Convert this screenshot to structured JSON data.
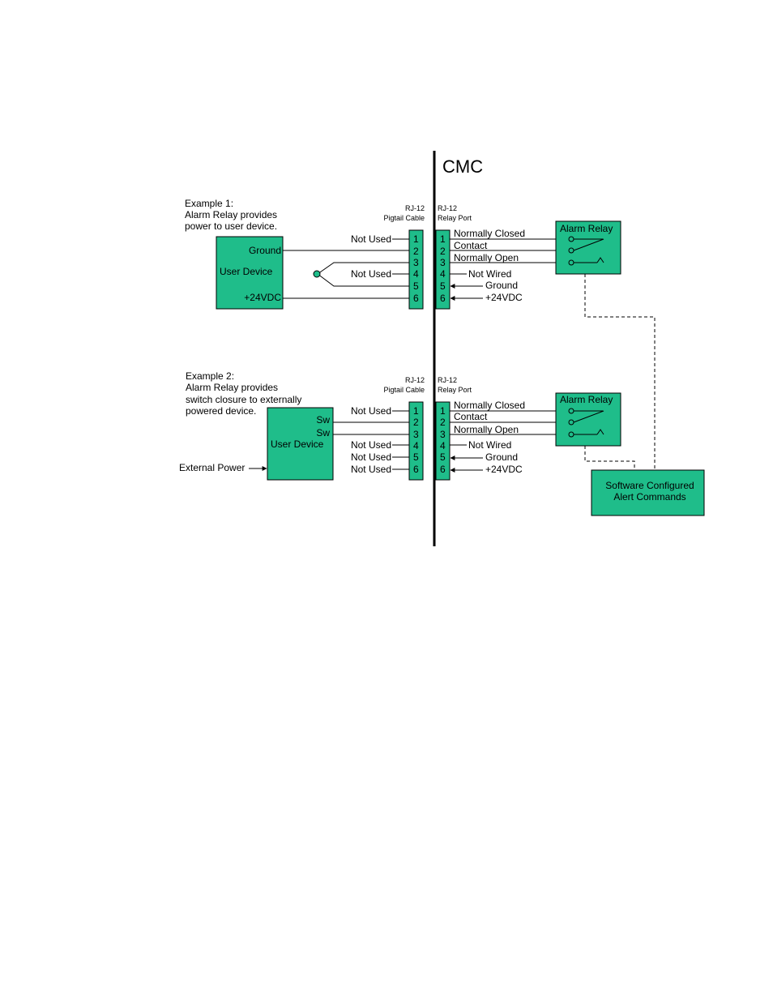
{
  "title": "CMC",
  "colors": {
    "box_fill": "#1fbd8a",
    "line": "#000000",
    "background": "#ffffff"
  },
  "connectors": {
    "pigtail_line1": "RJ-12",
    "pigtail_line2": "Pigtail Cable",
    "port_line1": "RJ-12",
    "port_line2": "Relay Port"
  },
  "pin_numbers": [
    "1",
    "2",
    "3",
    "4",
    "5",
    "6"
  ],
  "example1": {
    "caption": [
      "Example 1:",
      "Alarm Relay provides",
      "power to user device."
    ],
    "device_label": "User Device",
    "ground_label": "Ground",
    "vdc_label": "+24VDC",
    "not_used_1": "Not Used",
    "not_used_4": "Not Used"
  },
  "example2": {
    "caption": [
      "Example 2:",
      "Alarm Relay provides",
      "switch closure to externally",
      "powered device."
    ],
    "device_label": "User Device",
    "sw1_label": "Sw",
    "sw2_label": "Sw",
    "external_power": "External Power",
    "not_used_1": "Not Used",
    "not_used_4": "Not Used",
    "not_used_5": "Not Used",
    "not_used_6": "Not Used"
  },
  "relay_port_pins": {
    "pin1": "Normally Closed",
    "pin2": "Contact",
    "pin3": "Normally Open",
    "pin4": "Not Wired",
    "pin5": "Ground",
    "pin6": "+24VDC"
  },
  "alarm_relay_label": "Alarm Relay",
  "software_box": [
    "Software Configured",
    "Alert Commands"
  ]
}
